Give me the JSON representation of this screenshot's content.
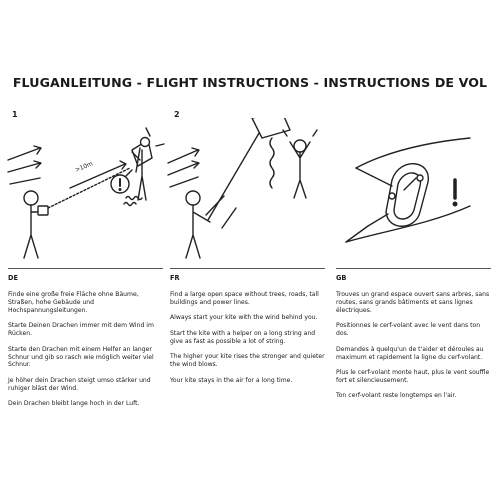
{
  "title": "FLUGANLEITUNG   -   FLIGHT INSTRUCTIONS   -   INSTRUCTIONS DE VOL",
  "steps": {
    "one": "1",
    "two": "2",
    "distance": ">10m"
  },
  "sections": [
    {
      "code": "DE",
      "paragraphs": [
        "Finde eine große freie Fläche ohne Bäume, Straßen, hohe Gebäude und Hochspannungsleitungen.",
        "Starte Deinen Drachen immer mit dem Wind im Rücken.",
        "Starte den Drachen mit einem Helfer an langer Schnur und gib so rasch wie möglich weiter viel Schnur.",
        "Je höher dein Drachen steigt umso stärker und ruhiger bläst der Wind.",
        "Dein Drachen bleibt lange hoch in der Luft."
      ]
    },
    {
      "code": "FR",
      "paragraphs": [
        "Find a large open space without trees, roads, tall buildings and power lines.",
        "Always start your kite with the wind behind you.",
        "Start the kite with a helper on a long string and give as fast as possible a lot of string.",
        "The higher your kite rises the stronger and quieter the wind blows.",
        "Your kite stays in the air for a long time."
      ]
    },
    {
      "code": "GB",
      "paragraphs": [
        "Trouves un grand espace ouvert sans arbres, sans routes, sans grands bâtiments et sans lignes électriques.",
        "Positionnes le cerf-volant avec le vent dans ton dos.",
        "Demandes à quelqu'un de t'aider et déroules au maximum et rapidement la ligne du cerf-volant.",
        "Plus le cerf-volant monte haut, plus le vent souffle fort et silencieusement.",
        "Ton cerf-volant reste longtemps en l'air."
      ]
    }
  ],
  "icons": [
    "wind-lines-icon",
    "person-icon",
    "kite-icon",
    "warning-exclamation-icon",
    "carabiner-clip-icon"
  ]
}
